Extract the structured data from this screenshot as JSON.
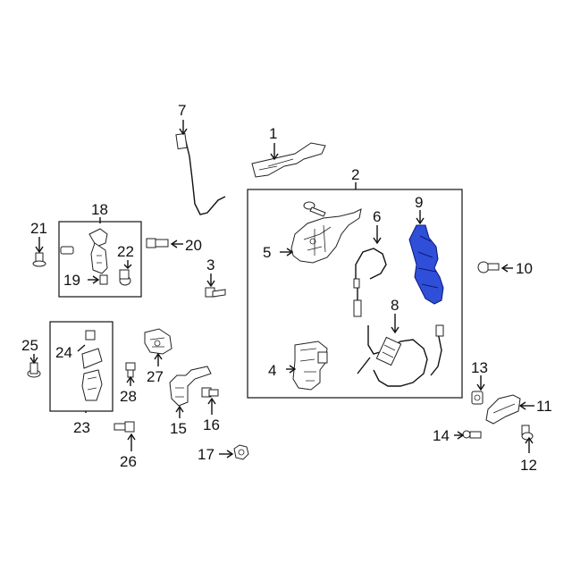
{
  "diagram": {
    "labels": {
      "l1": "1",
      "l2": "2",
      "l3": "3",
      "l4": "4",
      "l5": "5",
      "l6": "6",
      "l7": "7",
      "l8": "8",
      "l9": "9",
      "l10": "10",
      "l11": "11",
      "l12": "12",
      "l13": "13",
      "l14": "14",
      "l15": "15",
      "l16": "16",
      "l17": "17",
      "l18": "18",
      "l19": "19",
      "l20": "20",
      "l21": "21",
      "l22": "22",
      "l23": "23",
      "l24": "24",
      "l25": "25",
      "l26": "26",
      "l27": "27",
      "l28": "28"
    },
    "colors": {
      "highlight": "#2f4fd8",
      "line": "#111111"
    }
  }
}
